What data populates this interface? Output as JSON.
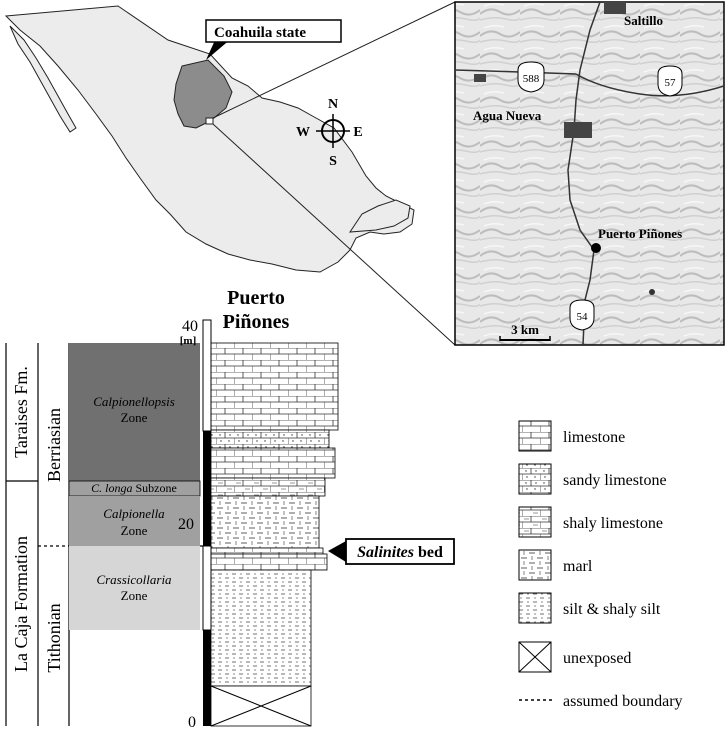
{
  "map": {
    "callout_label": "Coahuila state",
    "compass": {
      "north": "N",
      "south": "S",
      "east": "E",
      "west": "W"
    }
  },
  "inset": {
    "places": {
      "saltillo": "Saltillo",
      "agua_nueva": "Agua Nueva",
      "puerto_pinones": "Puerto Piñones"
    },
    "highways": [
      "588",
      "57",
      "54"
    ],
    "scale_label": "3 km"
  },
  "section": {
    "title_line1": "Puerto",
    "title_line2": "Piñones",
    "unit": "[m]",
    "ticks": [
      "40",
      "20",
      "0"
    ],
    "formations": [
      "Taraises Fm.",
      "La Caja Formation"
    ],
    "stages": [
      "Berriasian",
      "Tithonian"
    ],
    "zones": {
      "calpionellopsis_name": "Calpionellopsis",
      "calpionellopsis_suffix": "Zone",
      "clonga_name": "C. longa",
      "clonga_suffix": "Subzone",
      "calpionella_name": "Calpionella",
      "calpionella_suffix": "Zone",
      "crassicollaria_name": "Crassicollaria",
      "crassicollaria_suffix": "Zone"
    },
    "bed_italic": "Salinites",
    "bed_suffix": " bed"
  },
  "legend": [
    {
      "label": "limestone",
      "pattern": "limestone"
    },
    {
      "label": "sandy limestone",
      "pattern": "sandy"
    },
    {
      "label": "shaly limestone",
      "pattern": "shaly"
    },
    {
      "label": "marl",
      "pattern": "marl"
    },
    {
      "label": "silt & shaly silt",
      "pattern": "silt"
    },
    {
      "label": "unexposed",
      "pattern": "unexposed"
    },
    {
      "label": "assumed boundary",
      "pattern": "dashed"
    }
  ],
  "colors": {
    "mexico_fill": "#ececec",
    "coahuila_fill": "#8c8c8c",
    "zone_dark": "#707070",
    "zone_mid": "#a0a0a0",
    "zone_light": "#d6d6d6",
    "relief": "#e6e6e6"
  }
}
